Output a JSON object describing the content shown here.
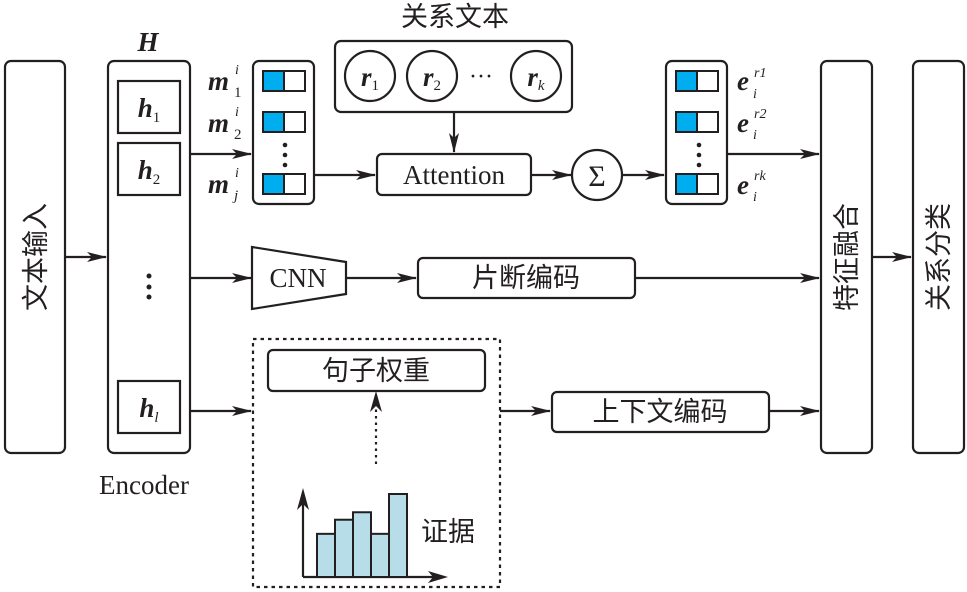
{
  "title": "关系文本",
  "input": {
    "label": "文本输入"
  },
  "encoder": {
    "matrix_label": "H",
    "caption": "Encoder",
    "hidden_states": [
      {
        "base": "h",
        "sub": "1"
      },
      {
        "base": "h",
        "sub": "2"
      },
      {
        "base": "h",
        "sub": "l"
      }
    ],
    "ellipsis": "⋮"
  },
  "mentions": [
    {
      "base": "m",
      "sup": "i",
      "sub": "1"
    },
    {
      "base": "m",
      "sup": "i",
      "sub": "2"
    },
    {
      "base": "m",
      "sup": "i",
      "sub": "j"
    }
  ],
  "relations": [
    {
      "base": "r",
      "sub": "1"
    },
    {
      "base": "r",
      "sub": "2"
    },
    {
      "base": "r",
      "sub": "k"
    }
  ],
  "relations_ellipsis": "···",
  "attention": {
    "label": "Attention"
  },
  "sum": {
    "symbol": "Σ"
  },
  "relation_embeddings": [
    {
      "base": "e",
      "sup": "r1",
      "sub": "i"
    },
    {
      "base": "e",
      "sup": "r2",
      "sub": "i"
    },
    {
      "base": "e",
      "sup": "rk",
      "sub": "i"
    }
  ],
  "cnn": {
    "label": "CNN"
  },
  "segment_encoding": {
    "label": "片断编码"
  },
  "sentence_weight": {
    "label": "句子权重"
  },
  "evidence": {
    "label": "证据",
    "bar_heights": [
      0.52,
      0.69,
      0.78,
      0.52,
      1.0
    ]
  },
  "context_encoding": {
    "label": "上下文编码"
  },
  "feature_fusion": {
    "label": "特征融合"
  },
  "relation_classification": {
    "label": "关系分类"
  },
  "colors": {
    "vector_fill": "#00aeef",
    "evidence_bar": "#b7dde8",
    "stroke": "#231f20"
  }
}
